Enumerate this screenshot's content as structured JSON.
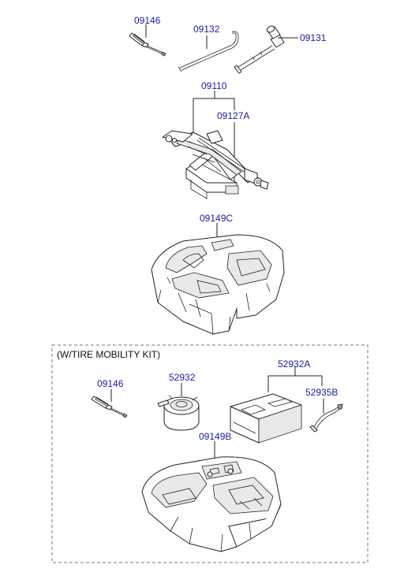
{
  "parts": {
    "screwdriver_top": "09146",
    "jack_handle": "09132",
    "wheel_wrench": "09131",
    "jack_assembly": "09110",
    "jack_label_plate": "09127A",
    "tray_standard": "09149C",
    "screwdriver_kit": "09146",
    "compressor_top": "52932",
    "mobility_kit": "52932A",
    "hose": "52935B",
    "tray_kit": "09149B"
  },
  "sections": {
    "tire_mobility_kit": "(W/TIRE MOBILITY KIT)"
  },
  "colors": {
    "label": "#1a1aa6",
    "line": "#222222",
    "dashed_frame": "#777777"
  }
}
